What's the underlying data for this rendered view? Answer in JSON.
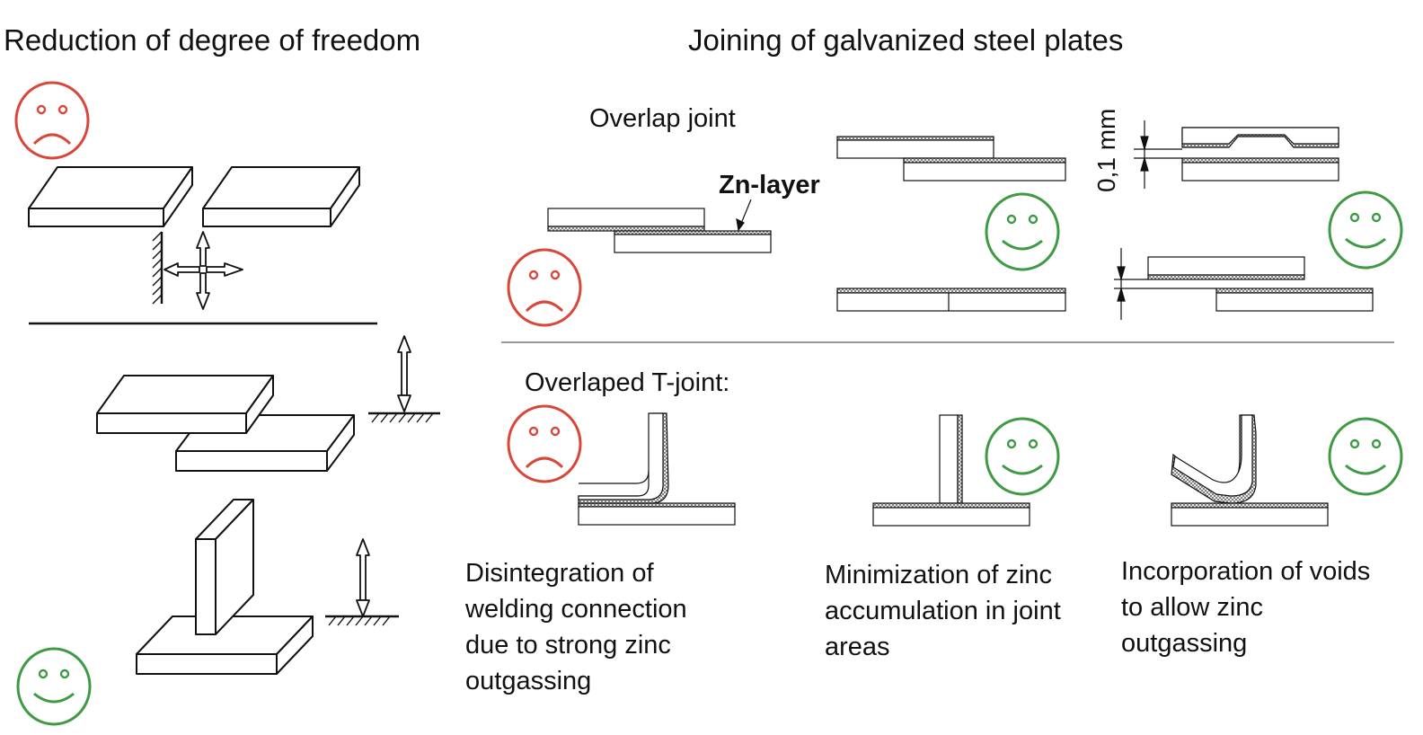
{
  "titles": {
    "left": "Reduction of degree of freedom",
    "right": "Joining of galvanized steel plates"
  },
  "labels": {
    "overlap_joint": "Overlap joint",
    "zn_layer": "Zn-layer",
    "gap": "0,1 mm",
    "overlaped_t_joint": "Overlaped T-joint:"
  },
  "captions": {
    "disintegration": "Disintegration of welding connection due  to strong zinc outgassing",
    "minimization": "Minimization of zinc accumulation in joint areas",
    "incorporation": "Incorporation of voids to allow zinc outgassing"
  },
  "colors": {
    "sad": "#d9473a",
    "happy": "#3f9a44",
    "line": "#111111"
  }
}
